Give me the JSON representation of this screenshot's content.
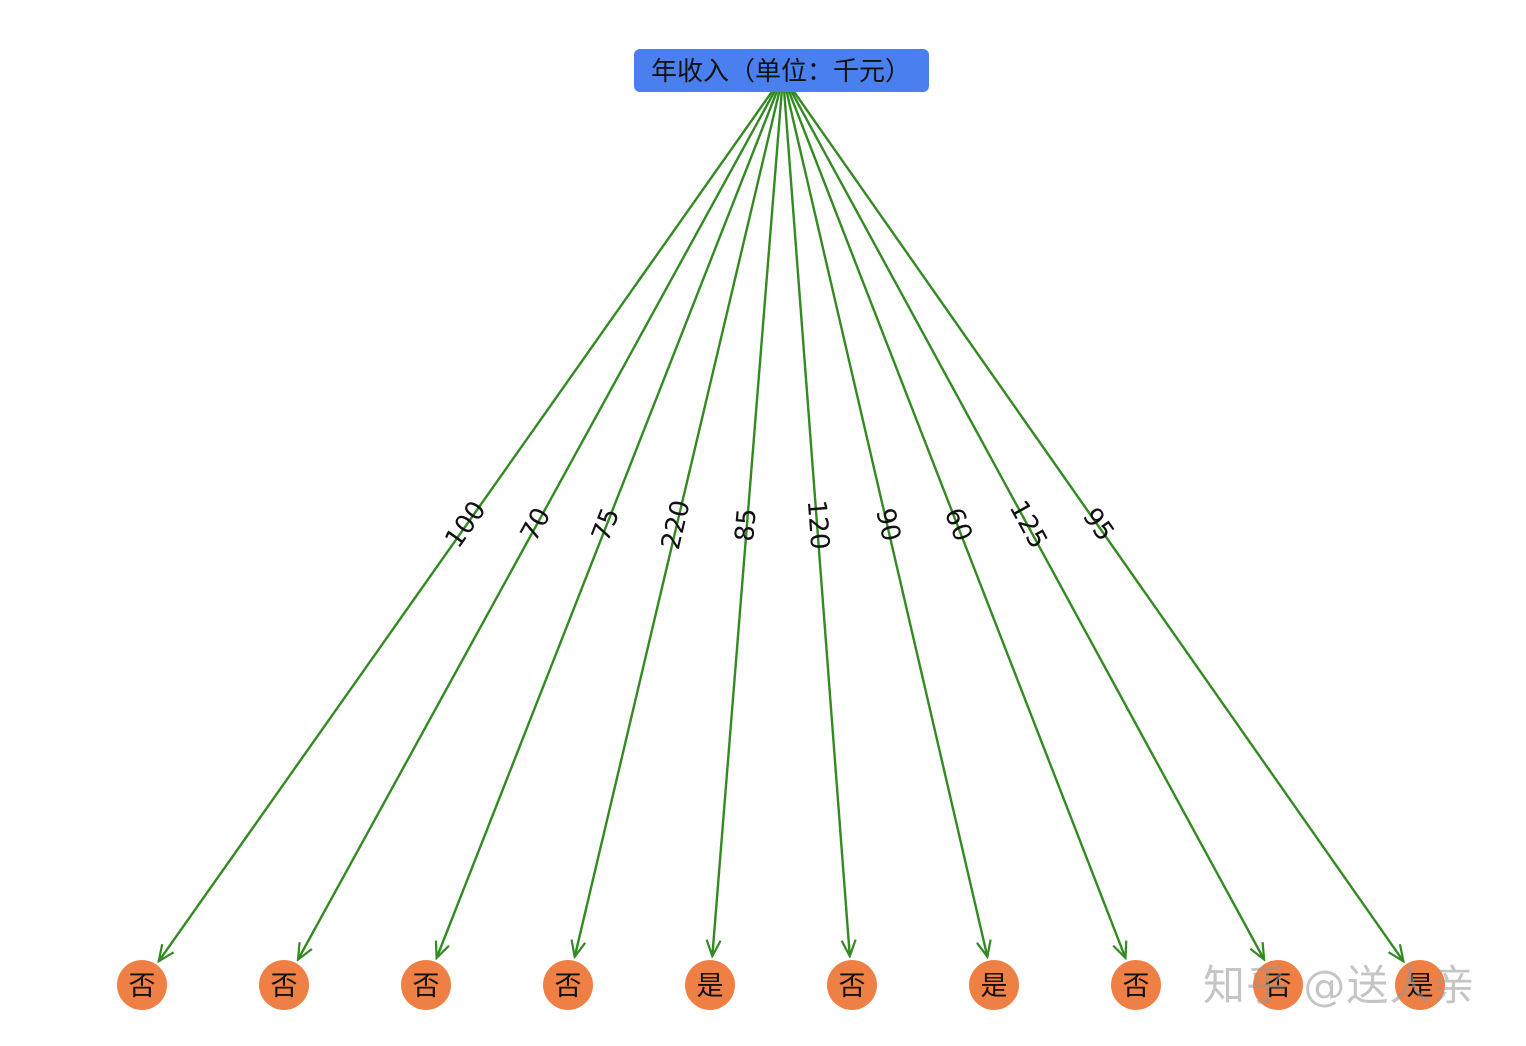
{
  "root": {
    "label": "年收入（单位：千元）"
  },
  "colors": {
    "root_fill": "#4A7FF0",
    "edge": "#338A22",
    "leaf_fill": "#EE8045"
  },
  "edges": [
    {
      "label": "100",
      "leaf": "否"
    },
    {
      "label": "70",
      "leaf": "否"
    },
    {
      "label": "75",
      "leaf": "否"
    },
    {
      "label": "220",
      "leaf": "否"
    },
    {
      "label": "85",
      "leaf": "是"
    },
    {
      "label": "120",
      "leaf": "否"
    },
    {
      "label": "90",
      "leaf": "是"
    },
    {
      "label": "60",
      "leaf": "否"
    },
    {
      "label": "125",
      "leaf": "否"
    },
    {
      "label": "95",
      "leaf": "是"
    }
  ],
  "watermark": "知乎 @送人亲"
}
